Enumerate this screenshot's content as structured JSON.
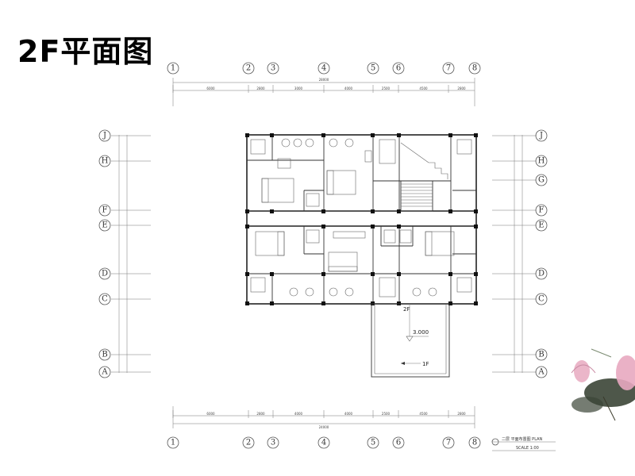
{
  "title": "2F平面图",
  "axes_vertical": [
    "1",
    "2",
    "3",
    "4",
    "5",
    "6",
    "7",
    "8"
  ],
  "axes_horizontal_left": [
    "J",
    "H",
    "F",
    "E",
    "D",
    "C",
    "B",
    "A"
  ],
  "axes_horizontal_right": [
    "J",
    "H",
    "G",
    "F",
    "E",
    "D",
    "C",
    "B",
    "A"
  ],
  "dims_top": [
    "6000",
    "2800",
    "3000",
    "4000",
    "2500",
    "4500",
    "2800"
  ],
  "dims_top_total": "28000",
  "dims_bottom": [
    "6000",
    "2800",
    "4000",
    "4000",
    "2500",
    "4500",
    "2800"
  ],
  "dims_bottom_total": "24000",
  "elevation": "3.000",
  "marks": {
    "upper": "2F",
    "lower": "1F"
  },
  "title_block": {
    "line1": "二层 平面布置图  PLAN",
    "line2": "SCALE   1:00"
  },
  "decor": {
    "flower_color": "#e8a9c0",
    "leaf_color": "#2f3a2a"
  }
}
